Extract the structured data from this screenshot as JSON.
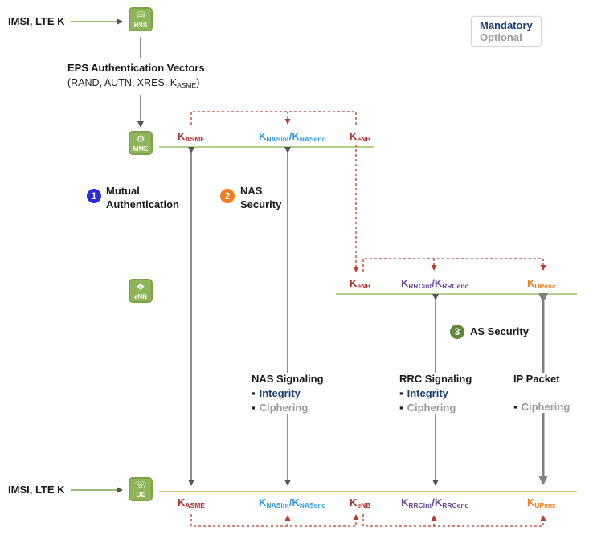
{
  "colors": {
    "green_line": "#b6cf8b",
    "arrow_dark": "#555555",
    "dashed_red": "#c0392b",
    "k_red": "#b0302a",
    "k_blue": "#3a9ad9",
    "k_purple": "#6b4c9a",
    "k_orange": "#f07d1b",
    "mandatory": "#1f3f73",
    "optional": "#9a9a9a",
    "badge1": "#2b2be0",
    "badge2": "#f47b20",
    "badge3": "#5f8a3b"
  },
  "inputs": {
    "top": "IMSI, LTE K",
    "bottom": "IMSI, LTE K"
  },
  "nodes": {
    "hss": {
      "icon": "database-icon",
      "label": "HSS"
    },
    "mme": {
      "icon": "gear-icon",
      "label": "MME"
    },
    "enb": {
      "icon": "antenna-icon",
      "label": "eNB"
    },
    "ue": {
      "icon": "phone-icon",
      "label": "UE"
    }
  },
  "vectors": {
    "title": "EPS Authentication Vectors",
    "detail_prefix": "(RAND, AUTN, XRES, K",
    "detail_sub": "ASME",
    "detail_suffix": ")"
  },
  "legend": {
    "mandatory": "Mandatory",
    "optional": "Optional"
  },
  "steps": [
    {
      "number": "1",
      "line1": "Mutual",
      "line2": "Authentication"
    },
    {
      "number": "2",
      "line1": "NAS",
      "line2": "Security"
    },
    {
      "number": "3",
      "line1": "AS Security"
    }
  ],
  "keys": {
    "k": "K",
    "asme": "ASME",
    "nas_int": "NASint",
    "nas_enc": "NASenc",
    "enb": "eNB",
    "rrc_int": "RRCint",
    "rrc_enc": "RRCenc",
    "up_enc": "UPenc",
    "slash": "/"
  },
  "signaling": {
    "nas": {
      "title": "NAS Signaling",
      "integrity": "Integrity",
      "ciphering": "Ciphering"
    },
    "rrc": {
      "title": "RRC Signaling",
      "integrity": "Integrity",
      "ciphering": "Ciphering"
    },
    "ip": {
      "title": "IP Packet",
      "ciphering": "Ciphering"
    }
  }
}
